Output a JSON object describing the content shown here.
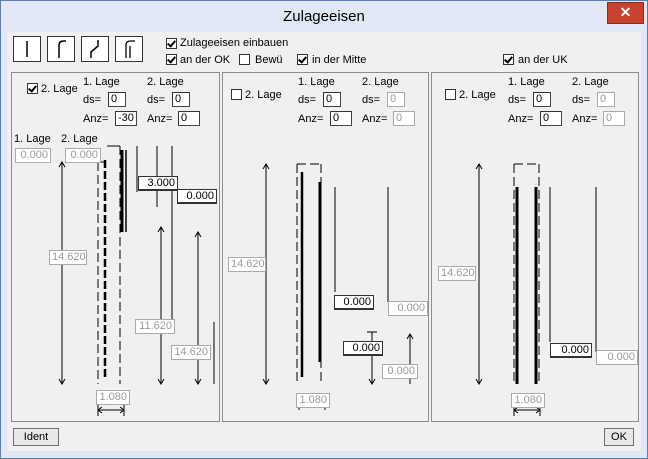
{
  "window": {
    "title": "Zulageeisen",
    "close_glyph": "✕"
  },
  "toolbar": {
    "buttons": [
      "straight-bar-icon",
      "hook-bar-icon",
      "bent-bar-icon",
      "crank-bar-icon"
    ]
  },
  "options": {
    "einbauen": {
      "label": "Zulageeisen einbauen",
      "checked": true
    },
    "an_der_ok": {
      "label": "an der OK",
      "checked": true
    },
    "bewue": {
      "label": "Bewü",
      "checked": false
    },
    "in_der_mitte": {
      "label": "in der Mitte",
      "checked": true
    },
    "an_der_uk": {
      "label": "an der UK",
      "checked": true
    }
  },
  "panels": [
    {
      "lage2": {
        "label": "2. Lage",
        "checked": true
      },
      "col1_header": "1. Lage",
      "col2_header": "2. Lage",
      "ds_label": "ds=",
      "anz_label": "Anz=",
      "ds1": "0",
      "anz1": "-30",
      "ds2": "0",
      "anz2": "0",
      "sub1": "1. Lage",
      "sub2": "2. Lage",
      "left_val": "0.000",
      "mid_val": "0.000",
      "total": "14.620",
      "width": "1.080",
      "r1": "3.000",
      "r2": "0.000",
      "r3": "11.620",
      "r4": "14.620"
    },
    {
      "lage2": {
        "label": "2. Lage",
        "checked": false
      },
      "col1_header": "1. Lage",
      "col2_header": "2. Lage",
      "ds_label": "ds=",
      "anz_label": "Anz=",
      "ds1": "0",
      "anz1": "0",
      "ds2": "0",
      "anz2": "0",
      "total": "14.620",
      "width": "1.080",
      "r1": "0.000",
      "r2": "0.000",
      "r3": "0.000",
      "r4": "0.000"
    },
    {
      "lage2": {
        "label": "2. Lage",
        "checked": false
      },
      "col1_header": "1. Lage",
      "col2_header": "2. Lage",
      "ds_label": "ds=",
      "anz_label": "Anz=",
      "ds1": "0",
      "anz1": "0",
      "ds2": "0",
      "anz2": "0",
      "total": "14.620",
      "width": "1.080",
      "r1": "0.000",
      "r2": "0.000"
    }
  ],
  "footer": {
    "ident": "Ident",
    "ok": "OK"
  }
}
